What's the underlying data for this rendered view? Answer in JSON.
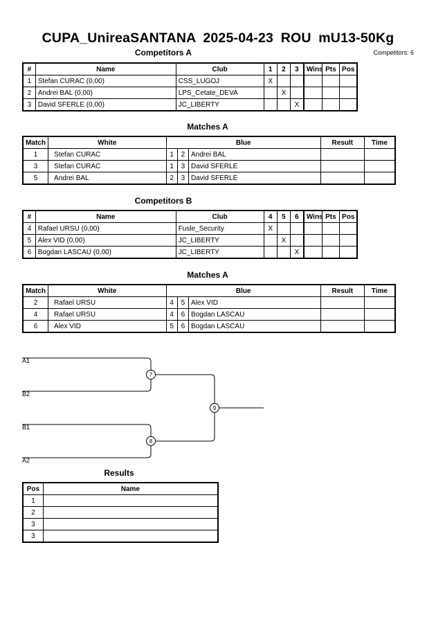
{
  "header": {
    "title": "CUPA_UnireaSANTANA  2025-04-23  ROU   mU13-50Kg",
    "competitors_count": "Competitors: 6"
  },
  "pool_a": {
    "title": "Competitors A",
    "columns": [
      "#",
      "Name",
      "Club",
      "1",
      "2",
      "3",
      "Wins",
      "Pts",
      "Pos"
    ],
    "rows": [
      {
        "num": "1",
        "name": "Stefan CURAC  (0,00)",
        "club": "CSS_LUGOJ",
        "marks": [
          "X",
          "",
          ""
        ]
      },
      {
        "num": "2",
        "name": "Andrei BAL  (0,00)",
        "club": "LPS_Cetate_DEVA",
        "marks": [
          "",
          "X",
          ""
        ]
      },
      {
        "num": "3",
        "name": "David SFERLE  (0,00)",
        "club": "JC_LIBERTY",
        "marks": [
          "",
          "",
          "X"
        ]
      }
    ]
  },
  "matches_a": {
    "title": "Matches A",
    "columns": [
      "Match",
      "White",
      "Blue",
      "Result",
      "Time"
    ],
    "rows": [
      {
        "match": "1",
        "white": "Stefan CURAC",
        "w": "1",
        "b": "2",
        "blue": "Andrei BAL"
      },
      {
        "match": "3",
        "white": "Stefan CURAC",
        "w": "1",
        "b": "3",
        "blue": "David SFERLE"
      },
      {
        "match": "5",
        "white": "Andrei BAL",
        "w": "2",
        "b": "3",
        "blue": "David SFERLE"
      }
    ]
  },
  "pool_b": {
    "title": "Competitors B",
    "columns": [
      "#",
      "Name",
      "Club",
      "4",
      "5",
      "6",
      "Wins",
      "Pts",
      "Pos"
    ],
    "rows": [
      {
        "num": "4",
        "name": "Rafael URSU  (0,00)",
        "club": "Fusle_Security",
        "marks": [
          "X",
          "",
          ""
        ]
      },
      {
        "num": "5",
        "name": "Alex VID  (0,00)",
        "club": "JC_LIBERTY",
        "marks": [
          "",
          "X",
          ""
        ]
      },
      {
        "num": "6",
        "name": "Bogdan LASCAU  (0,00)",
        "club": "JC_LIBERTY",
        "marks": [
          "",
          "",
          "X"
        ]
      }
    ]
  },
  "matches_b": {
    "title": "Matches A",
    "columns": [
      "Match",
      "White",
      "Blue",
      "Result",
      "Time"
    ],
    "rows": [
      {
        "match": "2",
        "white": "Rafael URSU",
        "w": "4",
        "b": "5",
        "blue": "Alex VID"
      },
      {
        "match": "4",
        "white": "Rafael URSU",
        "w": "4",
        "b": "6",
        "blue": "Bogdan LASCAU"
      },
      {
        "match": "6",
        "white": "Alex VID",
        "w": "5",
        "b": "6",
        "blue": "Bogdan LASCAU"
      }
    ]
  },
  "bracket": {
    "labels": [
      "A1",
      "B2",
      "B1",
      "A2"
    ],
    "matches": [
      "7",
      "8",
      "9"
    ]
  },
  "results": {
    "title": "Results",
    "columns": [
      "Pos",
      "Name"
    ],
    "rows": [
      {
        "pos": "1",
        "name": ""
      },
      {
        "pos": "2",
        "name": ""
      },
      {
        "pos": "3",
        "name": ""
      },
      {
        "pos": "3",
        "name": ""
      }
    ]
  }
}
